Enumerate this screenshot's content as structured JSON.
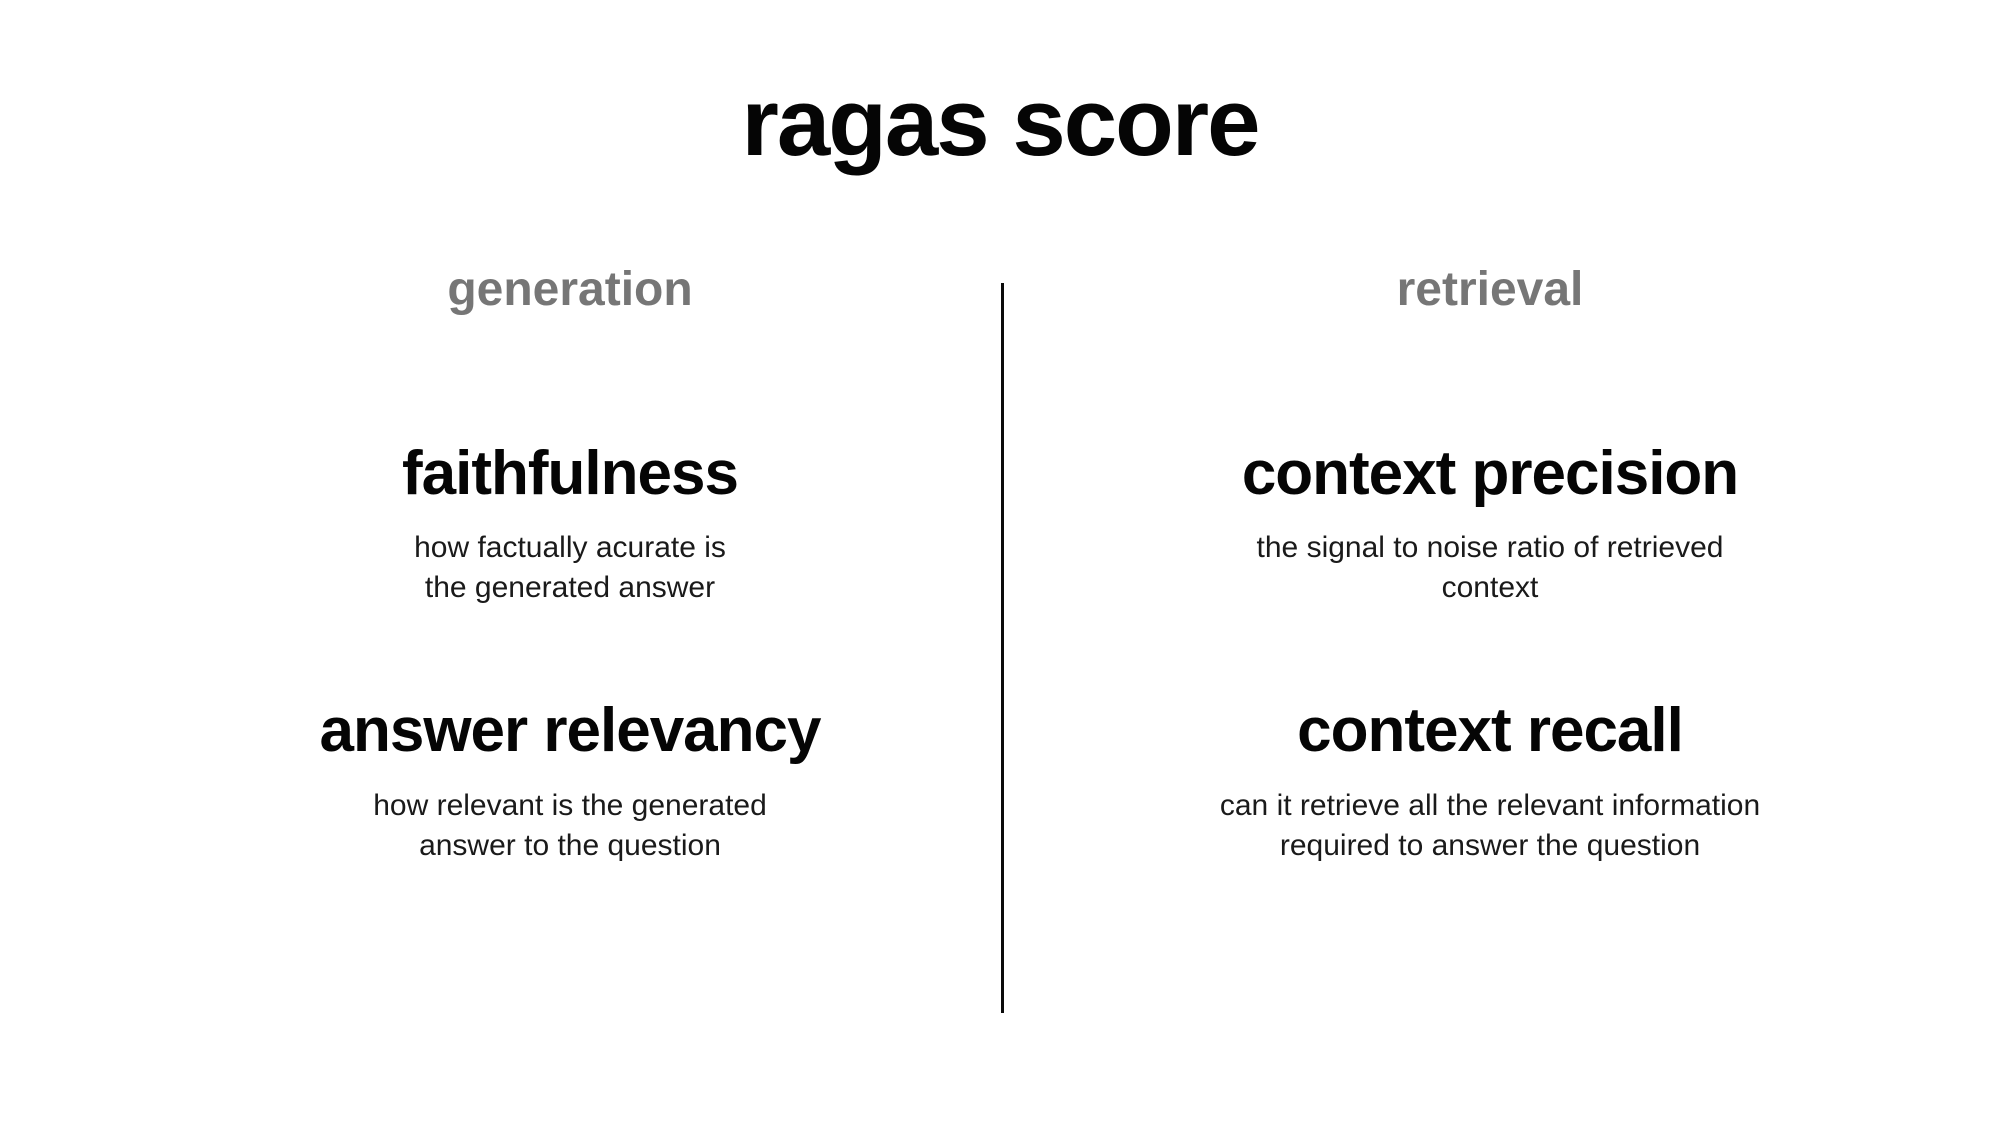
{
  "page": {
    "title": "ragas score",
    "background_color": "#ffffff",
    "title_color": "#050505",
    "header_gray_color": "#767676",
    "divider_color": "#0a0a0a"
  },
  "columns": [
    {
      "header": "generation",
      "items": [
        {
          "heading": "faithfulness",
          "desc_lines": [
            "how factually acurate is",
            "the generated answer"
          ]
        },
        {
          "heading": "answer relevancy",
          "desc_lines": [
            "how relevant is the generated",
            "answer to the question"
          ]
        }
      ]
    },
    {
      "header": "retrieval",
      "items": [
        {
          "heading": "context precision",
          "desc_lines": [
            "the signal to noise ratio of retrieved",
            "context"
          ]
        },
        {
          "heading": "context recall",
          "desc_lines": [
            "can it retrieve all the relevant information",
            "required to answer the question"
          ]
        }
      ]
    }
  ]
}
